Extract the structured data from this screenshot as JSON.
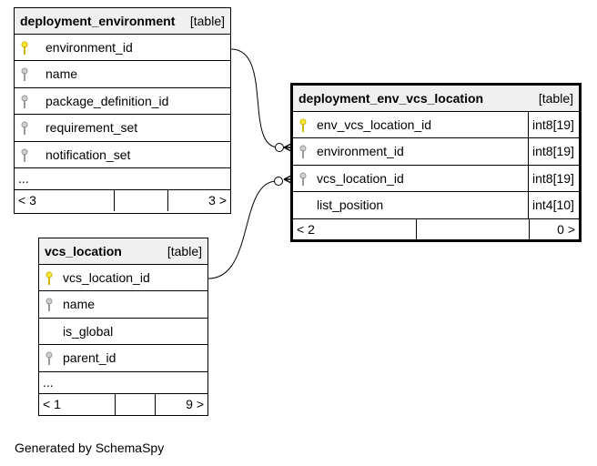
{
  "tables": {
    "deployment_environment": {
      "name": "deployment_environment",
      "kind": "[table]",
      "columns": [
        {
          "name": "environment_id",
          "key": "primary"
        },
        {
          "name": "name",
          "key": "index"
        },
        {
          "name": "package_definition_id",
          "key": "index"
        },
        {
          "name": "requirement_set",
          "key": "index"
        },
        {
          "name": "notification_set",
          "key": "index"
        }
      ],
      "more": "...",
      "parents": "< 3",
      "children": "3 >"
    },
    "deployment_env_vcs_location": {
      "name": "deployment_env_vcs_location",
      "kind": "[table]",
      "columns": [
        {
          "name": "env_vcs_location_id",
          "key": "primary",
          "type": "int8[19]"
        },
        {
          "name": "environment_id",
          "key": "index",
          "type": "int8[19]"
        },
        {
          "name": "vcs_location_id",
          "key": "index",
          "type": "int8[19]"
        },
        {
          "name": "list_position",
          "key": "none",
          "type": "int4[10]"
        }
      ],
      "parents": "< 2",
      "children": "0 >"
    },
    "vcs_location": {
      "name": "vcs_location",
      "kind": "[table]",
      "columns": [
        {
          "name": "vcs_location_id",
          "key": "primary"
        },
        {
          "name": "name",
          "key": "index"
        },
        {
          "name": "is_global",
          "key": "none"
        },
        {
          "name": "parent_id",
          "key": "index"
        }
      ],
      "more": "...",
      "parents": "< 1",
      "children": "9 >"
    }
  },
  "credit": "Generated by SchemaSpy",
  "colors": {
    "primary_key": "#f5e63a",
    "index_key": "#b8b8b8",
    "header_bg": "#f0f0f0"
  }
}
